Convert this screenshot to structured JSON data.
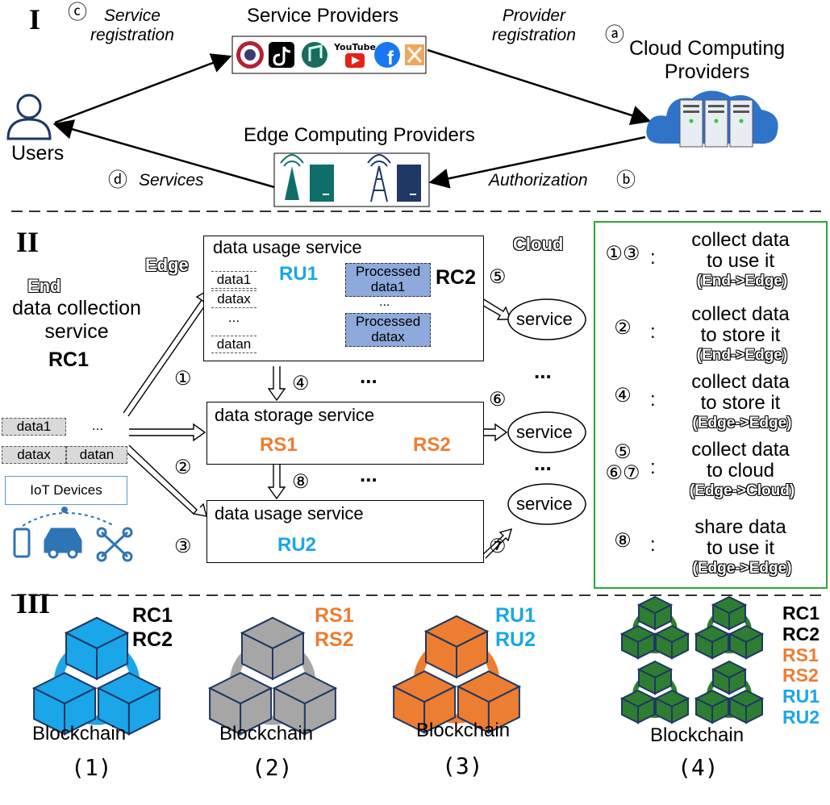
{
  "sections": {
    "s1": "I",
    "s2": "II",
    "s3": "III"
  },
  "part1": {
    "service_providers": "Service Providers",
    "cloud_providers": "Cloud Computing\nProviders",
    "edge_providers": "Edge Computing Providers",
    "users": "Users",
    "service_registration": "Service\nregistration",
    "provider_registration": "Provider\nregistration",
    "services": "Services",
    "authorization": "Authorization",
    "marker_c": "ⓒ",
    "marker_a": "ⓐ",
    "marker_d": "ⓓ",
    "marker_b": "ⓑ",
    "provider_logos": [
      "usa-seal-logo",
      "tiktok-logo",
      "music-app-logo",
      "youtube-logo",
      "facebook-logo",
      "tools-app-logo"
    ]
  },
  "part2": {
    "cloud_label": "Cloud",
    "edge_label": "Edge",
    "end_label": "End",
    "data_collection_service": "data collection\nservice",
    "rc1": "RC1",
    "rc2": "RC2",
    "ru1": "RU1",
    "ru2": "RU2",
    "rs1": "RS1",
    "rs2": "RS2",
    "usage_service_top": "data usage service",
    "usage_service_bottom": "data usage service",
    "storage_service": "data storage service",
    "usage_inputs": [
      "data1",
      "datax",
      "...",
      "datan"
    ],
    "processed_1": "Processed\ndata1",
    "processed_dots": "...",
    "processed_x": "Processed\ndatax",
    "device_data": [
      "data1",
      "...",
      "datax",
      "datan"
    ],
    "iot_devices": "IoT Devices",
    "service_labels": [
      "service",
      "service",
      "service"
    ],
    "ellipsis": "...",
    "numbers": [
      "①",
      "②",
      "③",
      "④",
      "⑤",
      "⑥",
      "⑦",
      "⑧"
    ],
    "legend": [
      {
        "nums": "①③",
        "colon": ":",
        "line1": "collect data",
        "line2": "to use it",
        "line3": "(End->Edge)"
      },
      {
        "nums": "②",
        "colon": ":",
        "line1": "collect data",
        "line2": "to store it",
        "line3": "(End->Edge)"
      },
      {
        "nums": "④",
        "colon": ":",
        "line1": "collect data",
        "line2": "to store it",
        "line3": "(Edge->Edge)"
      },
      {
        "nums": "⑤\n⑥⑦",
        "colon": ":",
        "line1": "collect data",
        "line2": "to cloud",
        "line3": "(Edge->Cloud)"
      },
      {
        "nums": "⑧",
        "colon": ":",
        "line1": "share data",
        "line2": "to use it",
        "line3": "(Edge->Edge)"
      }
    ]
  },
  "part3": {
    "chains": [
      {
        "caption": "Blockchain",
        "index": "(1)",
        "color": "#1aa6e8",
        "labels": [
          "RC1",
          "RC2"
        ]
      },
      {
        "caption": "Blockchain",
        "index": "(2)",
        "color": "#a6a6a6",
        "labels": [
          "RS1",
          "RS2"
        ]
      },
      {
        "caption": "Blockchain",
        "index": "(3)",
        "color": "#ed7d31",
        "labels": [
          "RU1",
          "RU2"
        ]
      },
      {
        "caption": "Blockchain",
        "index": "(4)",
        "color": "#2e7d32",
        "labels": [
          "RC1",
          "RC2",
          "RS1",
          "RS2",
          "RU1",
          "RU2"
        ]
      }
    ]
  },
  "colors": {
    "rc": "#000000",
    "rs": "#ed7d31",
    "ru": "#1aa6e8",
    "legend_border": "#2ca83a",
    "processed_fill": "#8ea9db"
  }
}
